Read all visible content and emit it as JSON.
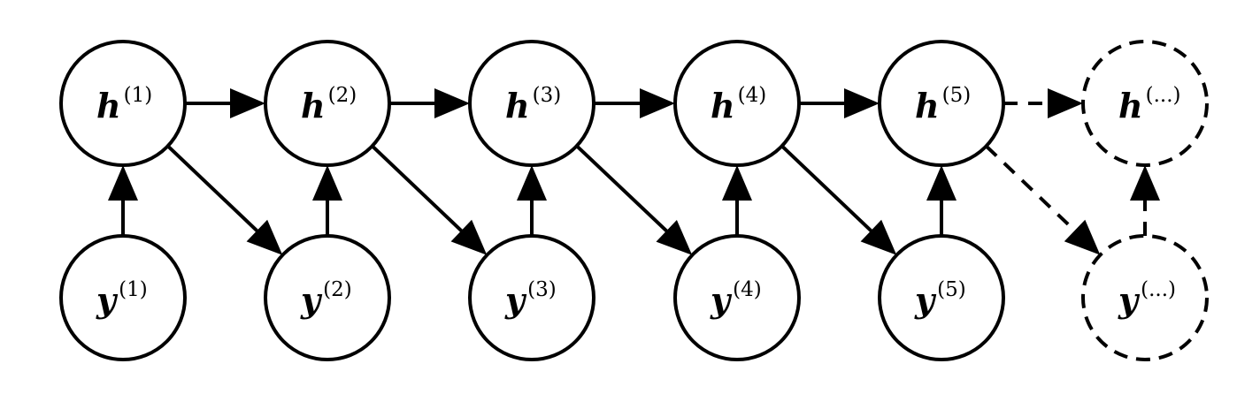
{
  "colors": {
    "stroke": "#000000",
    "fill": "#ffffff"
  },
  "nodes": {
    "h": [
      {
        "var": "h",
        "sup": "(1)",
        "dashed": false
      },
      {
        "var": "h",
        "sup": "(2)",
        "dashed": false
      },
      {
        "var": "h",
        "sup": "(3)",
        "dashed": false
      },
      {
        "var": "h",
        "sup": "(4)",
        "dashed": false
      },
      {
        "var": "h",
        "sup": "(5)",
        "dashed": false
      },
      {
        "var": "h",
        "sup": "(...)",
        "dashed": true
      }
    ],
    "y": [
      {
        "var": "y",
        "sup": "(1)",
        "dashed": false
      },
      {
        "var": "y",
        "sup": "(2)",
        "dashed": false
      },
      {
        "var": "y",
        "sup": "(3)",
        "dashed": false
      },
      {
        "var": "y",
        "sup": "(4)",
        "dashed": false
      },
      {
        "var": "y",
        "sup": "(5)",
        "dashed": false
      },
      {
        "var": "y",
        "sup": "(...)",
        "dashed": true
      }
    ]
  },
  "edges": [
    {
      "from": "h1",
      "to": "h2",
      "dashed": false
    },
    {
      "from": "h2",
      "to": "h3",
      "dashed": false
    },
    {
      "from": "h3",
      "to": "h4",
      "dashed": false
    },
    {
      "from": "h4",
      "to": "h5",
      "dashed": false
    },
    {
      "from": "h5",
      "to": "h6",
      "dashed": true
    },
    {
      "from": "y1",
      "to": "h1",
      "dashed": false
    },
    {
      "from": "y2",
      "to": "h2",
      "dashed": false
    },
    {
      "from": "y3",
      "to": "h3",
      "dashed": false
    },
    {
      "from": "y4",
      "to": "h4",
      "dashed": false
    },
    {
      "from": "y5",
      "to": "h5",
      "dashed": false
    },
    {
      "from": "y6",
      "to": "h6",
      "dashed": true
    },
    {
      "from": "h1",
      "to": "y2",
      "dashed": false
    },
    {
      "from": "h2",
      "to": "y3",
      "dashed": false
    },
    {
      "from": "h3",
      "to": "y4",
      "dashed": false
    },
    {
      "from": "h4",
      "to": "y5",
      "dashed": false
    },
    {
      "from": "h5",
      "to": "y6",
      "dashed": true
    }
  ]
}
